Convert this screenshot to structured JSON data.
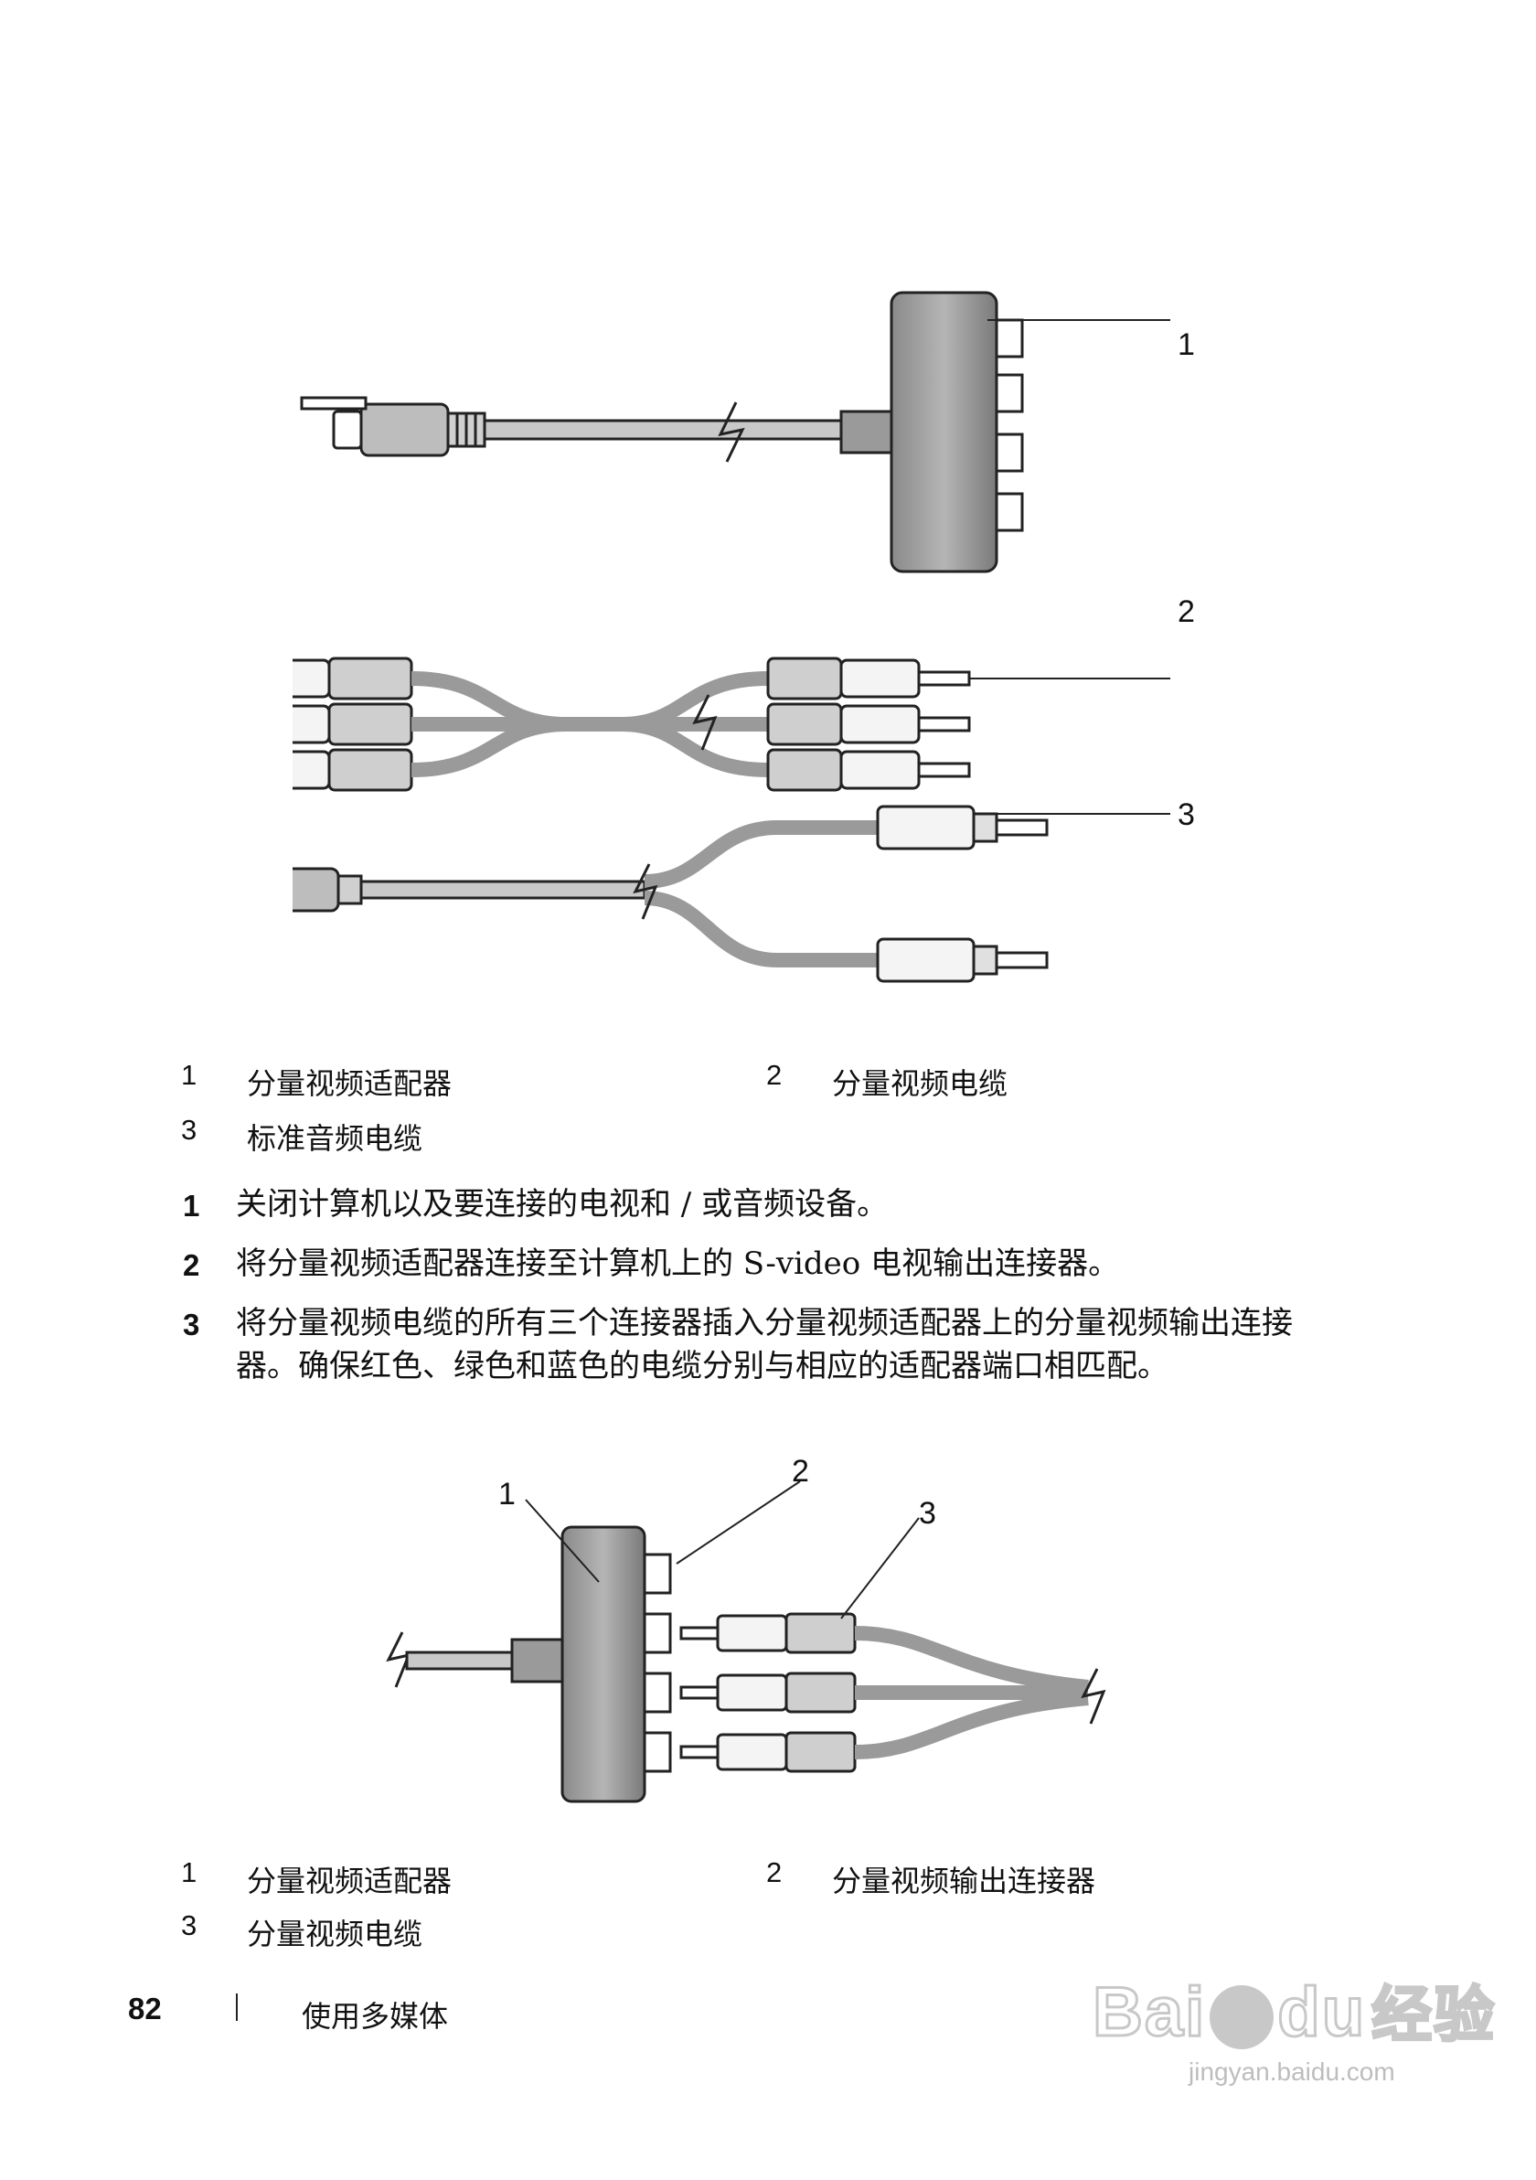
{
  "figure1": {
    "callouts": [
      "1",
      "2",
      "3"
    ],
    "legend": [
      {
        "num": "1",
        "text": "分量视频适配器"
      },
      {
        "num": "2",
        "text": "分量视频电缆"
      },
      {
        "num": "3",
        "text": "标准音频电缆"
      }
    ]
  },
  "steps": [
    {
      "num": "1",
      "text": "关闭计算机以及要连接的电视和 / 或音频设备。"
    },
    {
      "num": "2",
      "text": "将分量视频适配器连接至计算机上的 S-video 电视输出连接器。"
    },
    {
      "num": "3",
      "text": "将分量视频电缆的所有三个连接器插入分量视频适配器上的分量视频输出连接器。确保红色、绿色和蓝色的电缆分别与相应的适配器端口相匹配。"
    }
  ],
  "figure2": {
    "callouts": [
      "1",
      "2",
      "3"
    ],
    "legend": [
      {
        "num": "1",
        "text": "分量视频适配器"
      },
      {
        "num": "2",
        "text": "分量视频输出连接器"
      },
      {
        "num": "3",
        "text": "分量视频电缆"
      }
    ]
  },
  "footer": {
    "page_number": "82",
    "section_title": "使用多媒体"
  },
  "watermark": {
    "brand": "Bai",
    "brand_suffix": "du",
    "brand_cn": "经验",
    "url": "jingyan.baidu.com"
  }
}
